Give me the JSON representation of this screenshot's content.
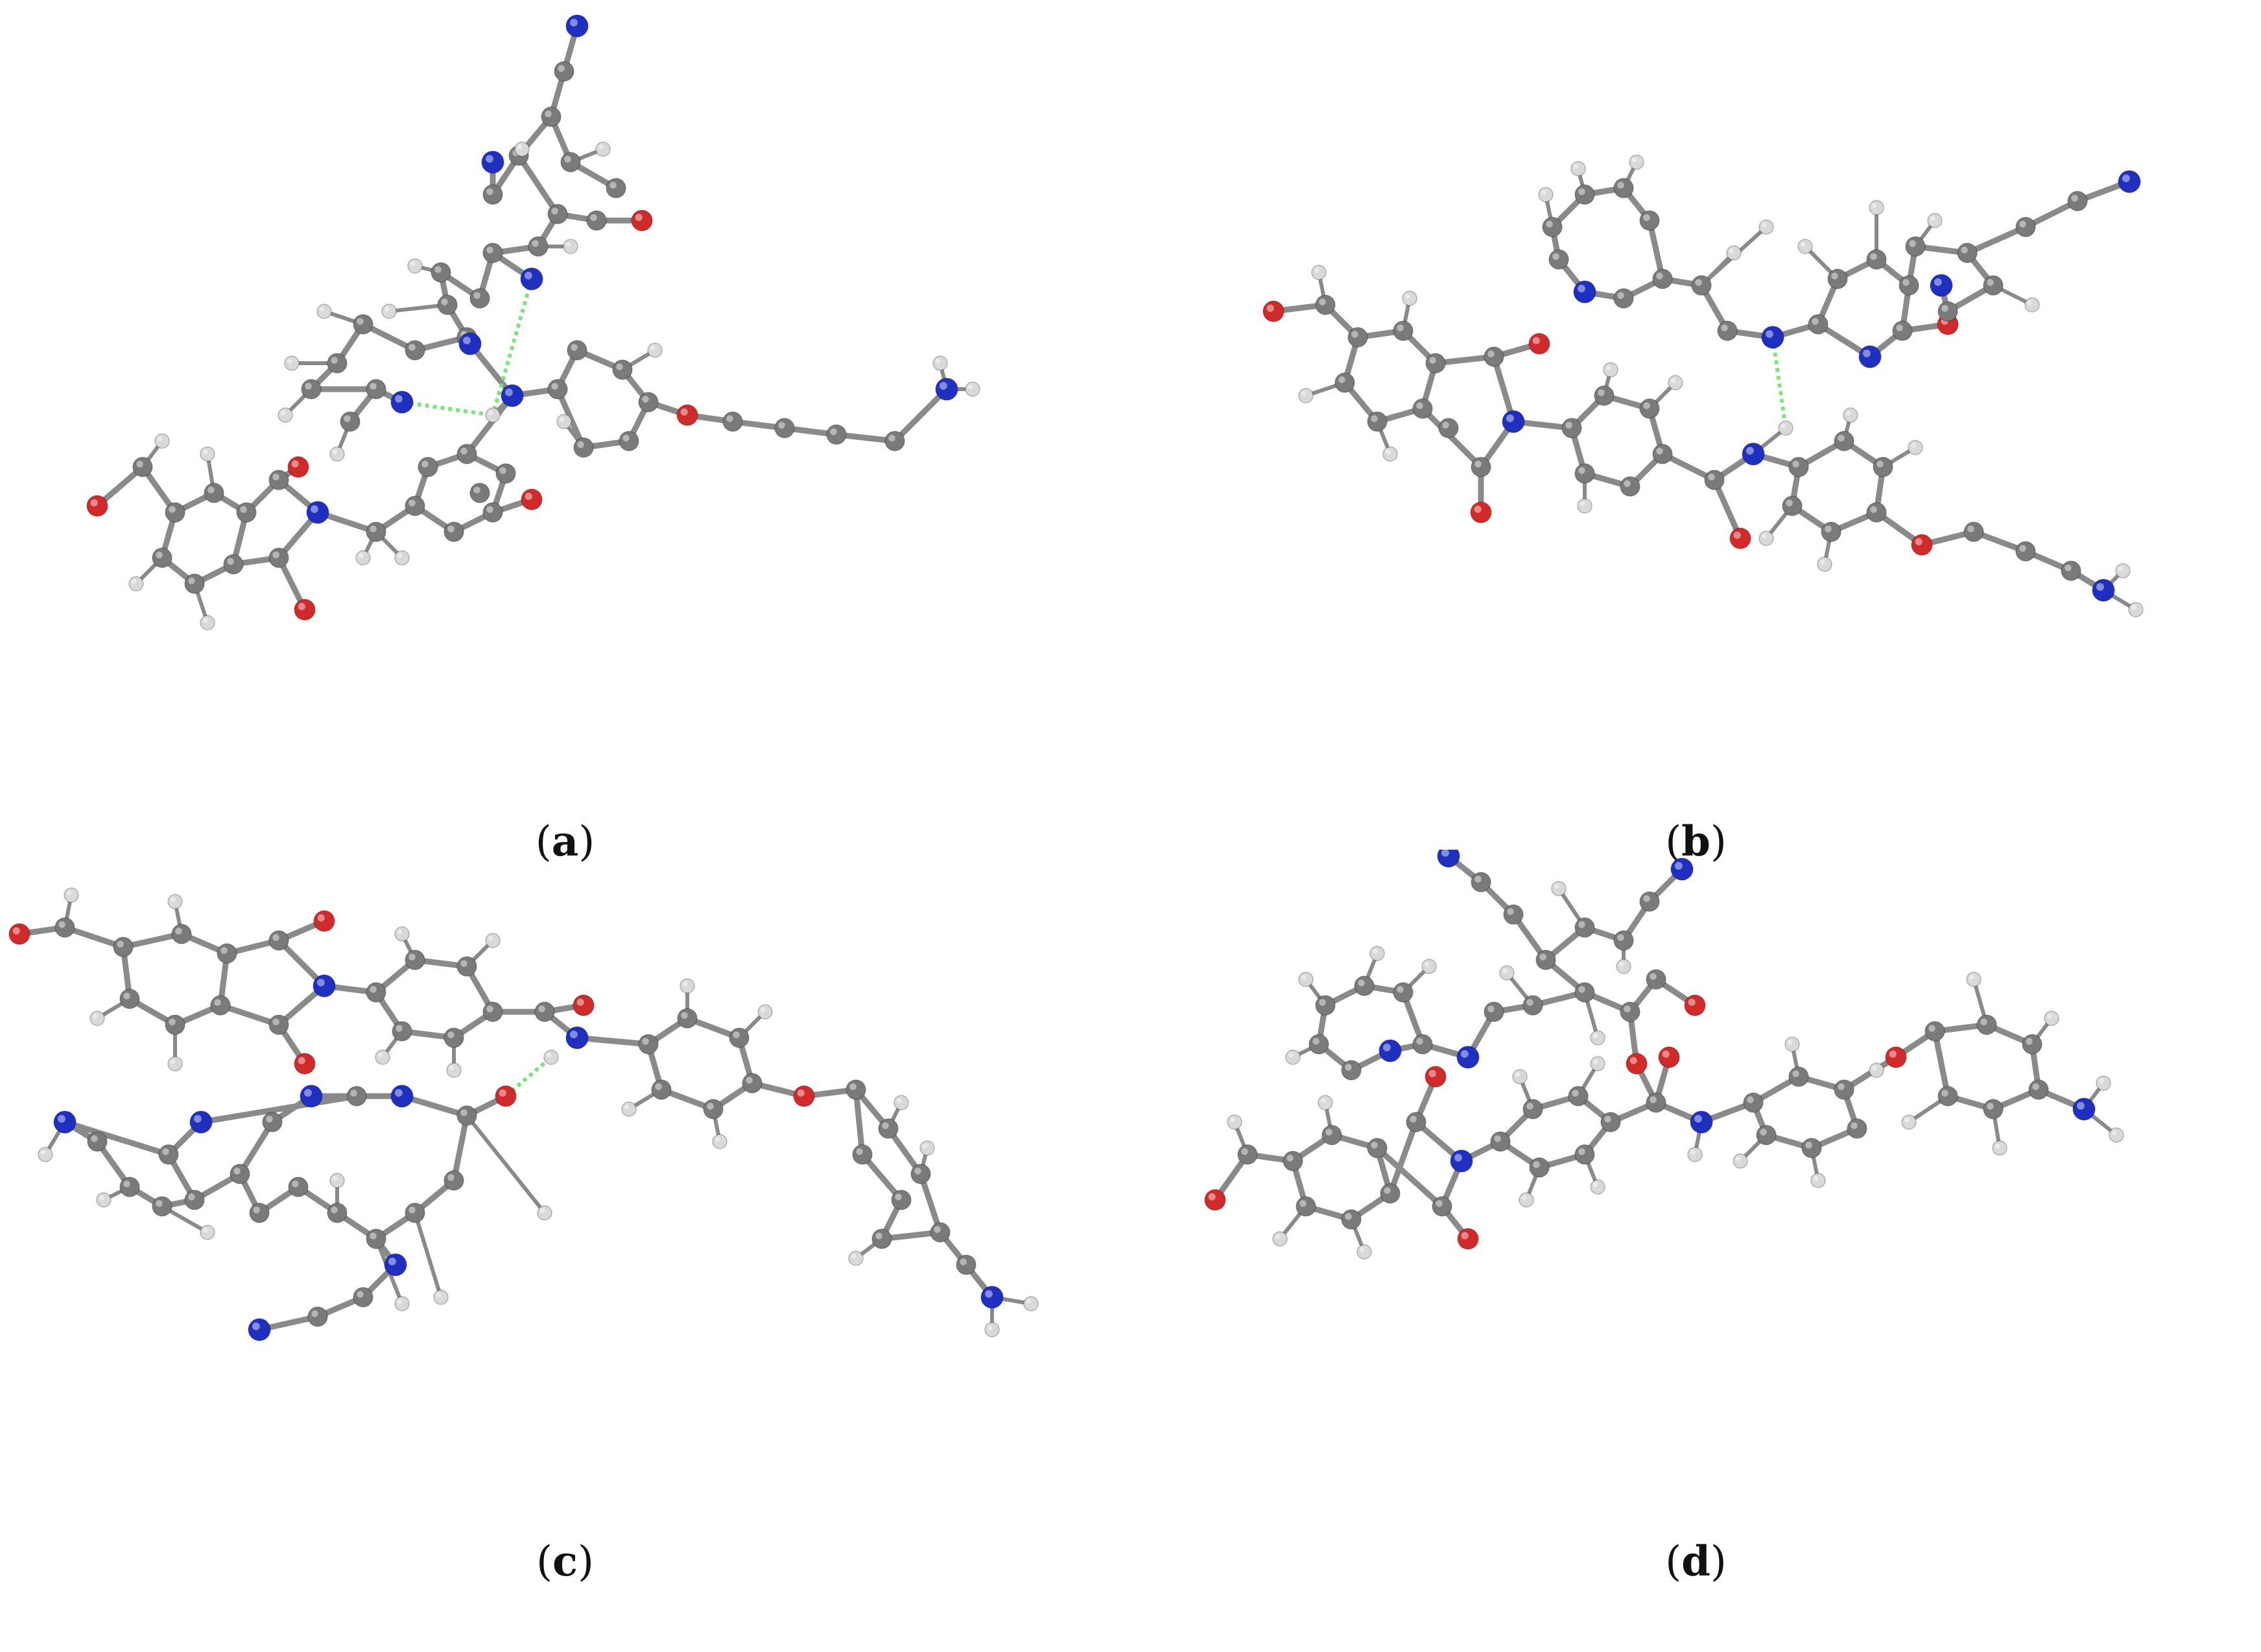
{
  "panels": [
    {
      "id": "a",
      "caption_letter": "a"
    },
    {
      "id": "b",
      "caption_letter": "b"
    },
    {
      "id": "c",
      "caption_letter": "c"
    },
    {
      "id": "d",
      "caption_letter": "d"
    }
  ],
  "colors": {
    "carbon": "#7a7a7a",
    "hydrogen": "#d9d9d9",
    "nitrogen": "#1f2fbf",
    "oxygen": "#d02a2a",
    "hbond": "#7ee27e",
    "bond": "#8a8a8a"
  }
}
